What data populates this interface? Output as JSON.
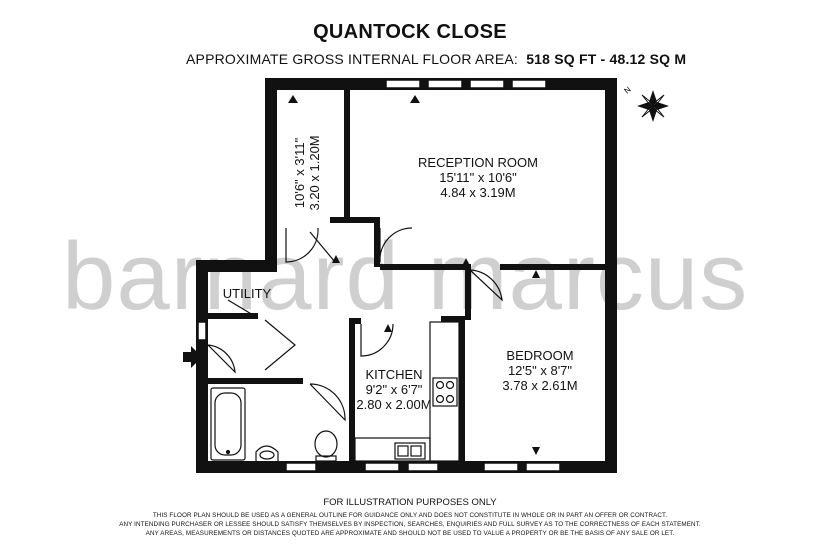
{
  "header": {
    "title": "QUANTOCK CLOSE",
    "area_prefix": "APPROXIMATE GROSS INTERNAL FLOOR AREA:",
    "area_values": "518 SQ FT  -  48.12 SQ M"
  },
  "watermark": "barnard marcus",
  "rooms": {
    "store": {
      "dims_imperial": "10'6\" x 3'11\"",
      "dims_metric": "3.20 x 1.20M"
    },
    "reception": {
      "name": "RECEPTION ROOM",
      "dims_imperial": "15'11\" x 10'6\"",
      "dims_metric": "4.84 x 3.19M"
    },
    "utility": {
      "name": "UTILITY"
    },
    "kitchen": {
      "name": "KITCHEN",
      "dims_imperial": "9'2\" x 6'7\"",
      "dims_metric": "2.80 x 2.00M"
    },
    "bedroom": {
      "name": "BEDROOM",
      "dims_imperial": "12'5\" x 8'7\"",
      "dims_metric": "3.78 x 2.61M"
    }
  },
  "footer": {
    "note": "FOR ILLUSTRATION PURPOSES ONLY",
    "disclaimer_1": "THIS FLOOR PLAN SHOULD BE USED AS A GENERAL OUTLINE FOR GUIDANCE ONLY AND DOES NOT CONSTITUTE IN WHOLE OR IN PART AN OFFER OR CONTRACT.",
    "disclaimer_2": "ANY INTENDING PURCHASER OR LESSEE SHOULD SATISFY THEMSELVES BY INSPECTION, SEARCHES, ENQUIRIES AND FULL SURVEY AS TO THE CORRECTNESS OF EACH STATEMENT.",
    "disclaimer_3": "ANY AREAS, MEASUREMENTS OR DISTANCES QUOTED ARE APPROXIMATE AND SHOULD NOT BE USED TO VALUE A PROPERTY OR BE THE BASIS OF ANY SALE OR LET."
  },
  "icons": [
    "compass-icon",
    "entrance-arrow-icon",
    "bath-icon",
    "toilet-icon",
    "basin-icon",
    "hob-icon",
    "sink-icon"
  ],
  "colors": {
    "wall": "#111111",
    "watermark": "#cfcfcf",
    "window": "#ffffff"
  }
}
